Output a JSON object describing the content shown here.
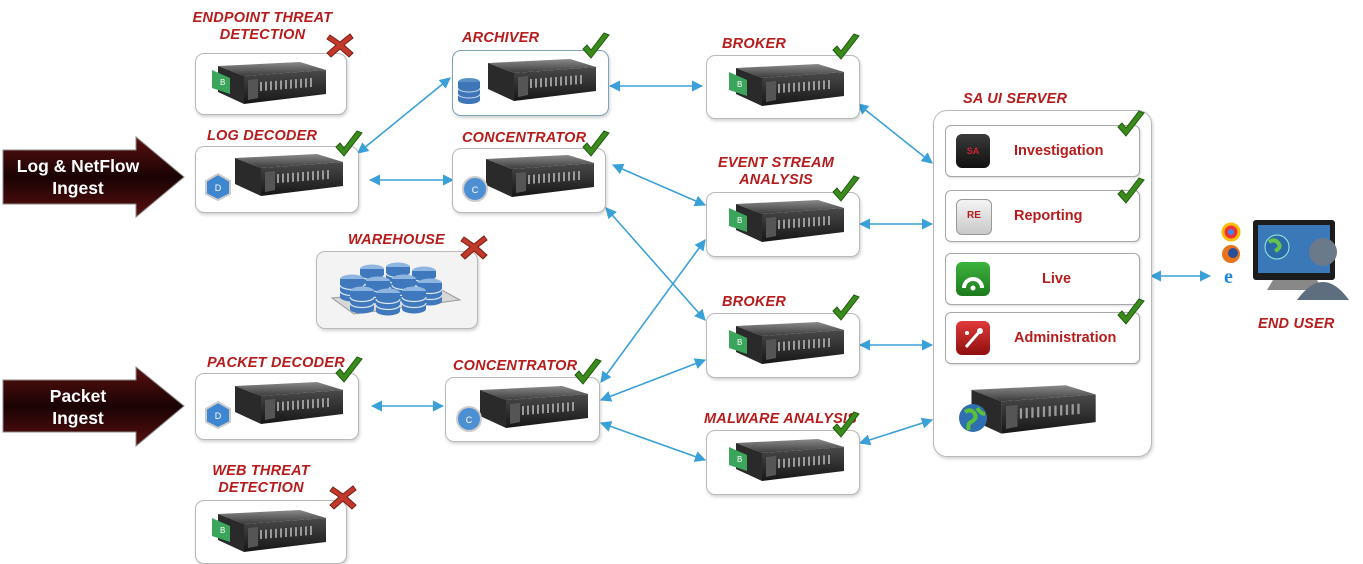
{
  "inputs": {
    "log_ingest": "Log & NetFlow\nIngest",
    "packet_ingest": "Packet\nIngest"
  },
  "nodes": {
    "endpoint": {
      "label": "ENDPOINT THREAT\nDETECTION",
      "status": "unavailable",
      "badge": "B"
    },
    "log_decoder": {
      "label": "LOG DECODER",
      "status": "available",
      "badge": "D"
    },
    "archiver": {
      "label": "ARCHIVER",
      "status": "available"
    },
    "concentrator_top": {
      "label": "CONCENTRATOR",
      "status": "available",
      "badge": "C"
    },
    "warehouse": {
      "label": "WAREHOUSE",
      "status": "unavailable"
    },
    "packet_decoder": {
      "label": "PACKET DECODER",
      "status": "available",
      "badge": "D"
    },
    "concentrator_bottom": {
      "label": "CONCENTRATOR",
      "status": "available",
      "badge": "C"
    },
    "web_threat": {
      "label": "WEB THREAT\nDETECTION",
      "status": "unavailable",
      "badge": "B"
    },
    "broker_top": {
      "label": "BROKER",
      "status": "available",
      "badge": "B"
    },
    "esa": {
      "label": "EVENT STREAM\nANALYSIS",
      "status": "available",
      "badge": "B"
    },
    "broker_mid": {
      "label": "BROKER",
      "status": "available",
      "badge": "B"
    },
    "malware": {
      "label": "MALWARE ANALYSIS",
      "status": "available",
      "badge": "B"
    }
  },
  "sa_ui_server": {
    "label": "SA UI SERVER",
    "items": [
      {
        "label": "Investigation",
        "icon_text": "SA",
        "status": "available"
      },
      {
        "label": "Reporting",
        "icon_text": "RE",
        "status": "available"
      },
      {
        "label": "Live",
        "icon_text": "",
        "status": "none"
      },
      {
        "label": "Administration",
        "icon_text": "",
        "status": "available"
      }
    ]
  },
  "end_user": {
    "label": "END USER"
  },
  "colors": {
    "label_red": "#b71c1c",
    "check_green": "#3a8a1c",
    "cross_red": "#c0392b",
    "link_blue": "#3aa0d8"
  }
}
